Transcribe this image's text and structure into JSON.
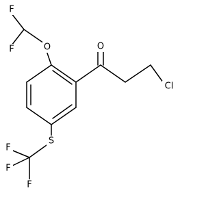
{
  "molecule": {
    "atoms": {
      "f1": "F",
      "f2": "F",
      "o_ether": "O",
      "o_carbonyl": "O",
      "cl": "Cl",
      "s": "S",
      "f3": "F",
      "f4": "F",
      "f5": "F"
    }
  }
}
